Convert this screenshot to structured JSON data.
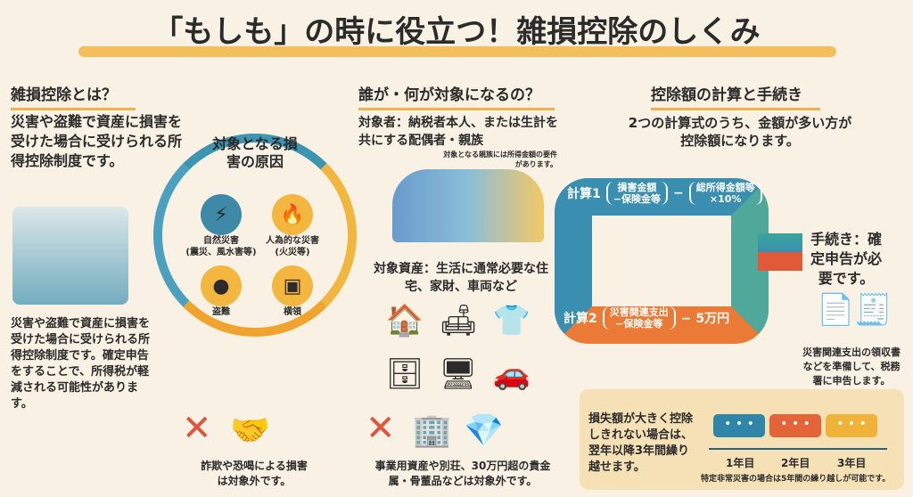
{
  "title": "「もしも」の時に役立つ！雑損控除のしくみ",
  "left": {
    "heading": "雑損控除とは？",
    "intro": "災害や盗難で資産に損害を受けた場合に受けられる所得控除制度です。",
    "ring_title": "対象となる損害の原因",
    "causes": [
      {
        "label": "自然災害",
        "sub": "(震災、風水害等)",
        "icon": "storm-icon"
      },
      {
        "label": "人為的な災害",
        "sub": "(火災等)",
        "icon": "fire-icon"
      },
      {
        "label": "盗難",
        "sub": "",
        "icon": "thief-icon"
      },
      {
        "label": "横領",
        "sub": "",
        "icon": "safe-icon"
      }
    ],
    "body": "災害や盗難で資産に損害を受けた場合に受けられる所得控除制度です。確定申告をすることで、所得税が軽減される可能性があります。",
    "excluded": "詐欺や恐喝による損害は対象外です。"
  },
  "middle": {
    "heading": "誰が・何が対象になるの？",
    "target_person": "対象者：納税者本人、または生計を共にする配偶者・親族",
    "note": "対象となる親族には所得金額の要件があります。",
    "target_assets": "対象資産：生活に通常必要な住宅、家財、車両など",
    "excluded": "事業用資産や別荘、30万円超の貴金属・骨董品などは対象外です。"
  },
  "right": {
    "heading": "控除額の計算と手続き",
    "intro": "2つの計算式のうち、金額が多い方が控除額になります。",
    "calc1": {
      "label": "計算1",
      "a": "損害金額",
      "b": "−保険金等",
      "minus": "−",
      "c": "総所得金額等",
      "d": "×10%"
    },
    "calc2": {
      "label": "計算2",
      "a": "災害関連支出",
      "b": "−保険金等",
      "tail": "− 5万円"
    },
    "procedure": "手続き：確定申告が必要です。",
    "doc_label": "災害関連支出の領収書などを準備して、税務署に申告します。",
    "carry": "損失額が大きく控除しきれない場合は、翌年以降3年間繰り越せます。",
    "years": [
      "1年目",
      "2年目",
      "3年目"
    ],
    "bubble": "• • •",
    "carry_note": "特定非常災害の場合は5年間の繰り越しが可能です。"
  },
  "colors": {
    "accent": "#f3b23a",
    "blue": "#2f7fb0",
    "teal": "#3aa6a0",
    "orange": "#ea7a35",
    "red": "#e0533d",
    "yellow": "#f2b53d"
  }
}
